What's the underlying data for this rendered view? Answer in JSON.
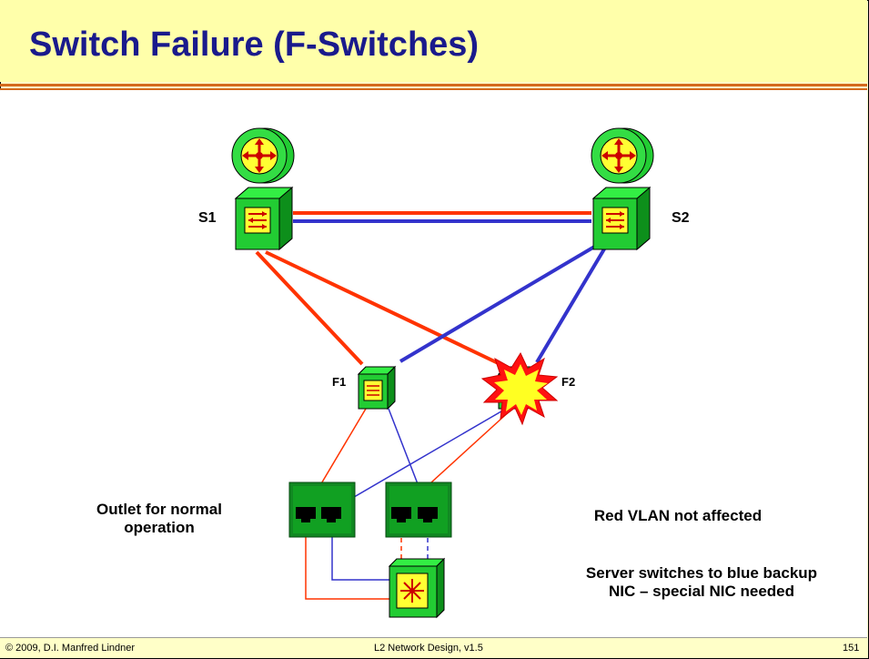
{
  "slide": {
    "title": "Switch Failure (F-Switches)",
    "footer_left": "© 2009, D.I. Manfred Lindner",
    "footer_center": "L2 Network Design, v1.5",
    "page_number": "151"
  },
  "diagram": {
    "nodes": {
      "s1": "S1",
      "s2": "S2",
      "f1": "F1",
      "f2": "F2"
    },
    "outlet_label_line1": "Outlet for normal",
    "outlet_label_line2": "operation",
    "note1": "Red VLAN not affected",
    "note2_line1": "Server switches to blue backup",
    "note2_line2": "NIC – special NIC needed"
  },
  "colors": {
    "red_vlan": "#ff3300",
    "blue_vlan": "#3333cc",
    "device_green": "#22cc33",
    "device_yellow": "#ffff33",
    "title_blue": "#1a1a8c"
  }
}
